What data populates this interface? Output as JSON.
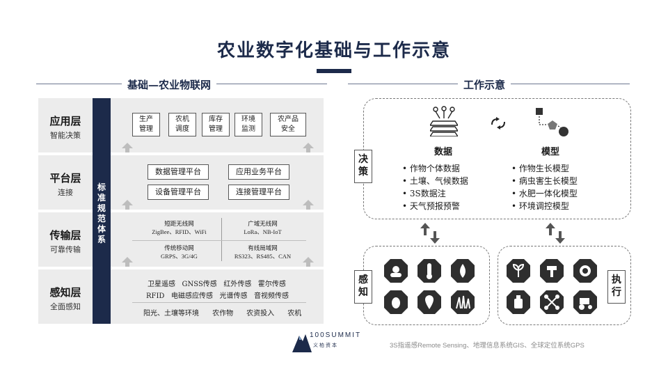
{
  "title": "农业数字化基础与工作示意",
  "left_section_title": "基础—农业物联网",
  "right_section_title": "工作示意",
  "standard_column": "标准规范体系",
  "layers": {
    "app": {
      "name": "应用层",
      "sub": "智能决策",
      "items": [
        "生产\n管理",
        "农机\n调度",
        "库存\n管理",
        "环境\n监测",
        "农产品\n安全"
      ]
    },
    "platform": {
      "name": "平台层",
      "sub": "连接",
      "items": [
        "数据管理平台",
        "应用业务平台",
        "设备管理平台",
        "连接管理平台"
      ]
    },
    "transport": {
      "name": "传输层",
      "sub": "可靠传输",
      "cells": [
        {
          "t": "短距无线网",
          "s": "ZigBee、RFID、WiFi"
        },
        {
          "t": "广域无线网",
          "s": "LoRa、NB-IoT"
        },
        {
          "t": "传统移动网",
          "s": "GRPS、3G/4G"
        },
        {
          "t": "有线局域网",
          "s": "RS323、RS485、CAN"
        }
      ]
    },
    "sense": {
      "name": "感知层",
      "sub": "全面感知",
      "row1": "卫星遥感   GNSS传感   红外传感   霍尔传感",
      "row2": "RFID   电磁感应传感   光谱传感   音视频传感",
      "row3": "阳光、土壤等环境      农作物      农资投入      农机"
    }
  },
  "decision": {
    "label": "决策",
    "data_title": "数据",
    "model_title": "模型",
    "data_items": [
      "作物个体数据",
      "土壤、气候数据",
      "3S数据注",
      "天气预报预警"
    ],
    "model_items": [
      "作物生长模型",
      "病虫害生长模型",
      "水肥一体化模型",
      "环境调控模型"
    ]
  },
  "sense_label": "感知",
  "exec_label": "执行",
  "footer_note": "3S指遥感Remote Sensing、地理信息系统GIS、全球定位系统GPS",
  "logo": {
    "name": "100SUMMIT",
    "sub": "义柏资本"
  },
  "icons": {
    "decision": [
      "data-layers-icon",
      "refresh-arrows-icon",
      "model-shapes-icon"
    ],
    "sense": [
      "weather-icon",
      "thermometer-icon",
      "water-drop-icon",
      "pest-bug-icon",
      "location-pin-icon",
      "grass-icon"
    ],
    "exec": [
      "plant-care-icon",
      "irrigation-icon",
      "fertilizer-icon",
      "sprayer-icon",
      "drone-icon",
      "tractor-icon"
    ]
  }
}
